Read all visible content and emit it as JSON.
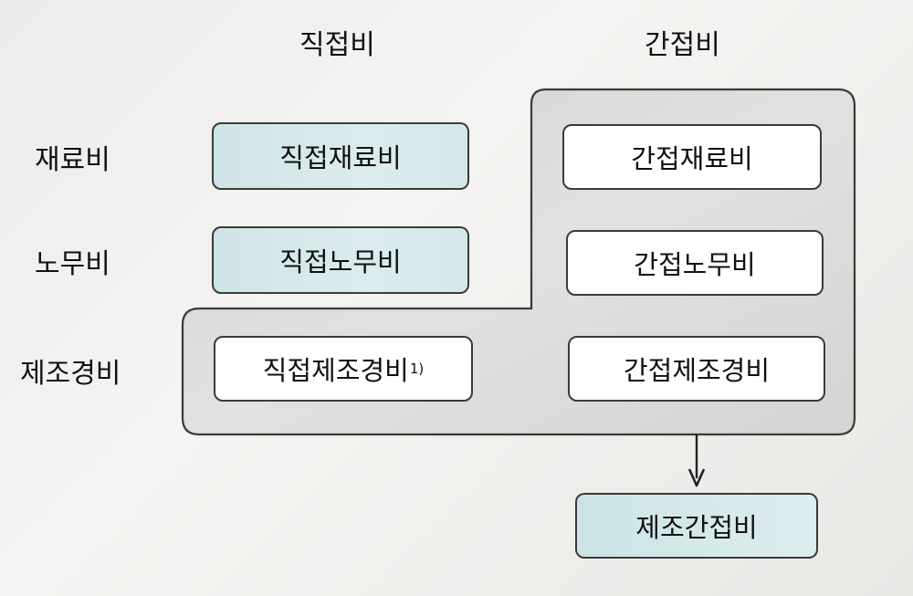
{
  "columns": {
    "direct": "직접비",
    "indirect": "간접비"
  },
  "rows": {
    "material": "재료비",
    "labor": "노무비",
    "overhead": "제조경비"
  },
  "boxes": {
    "direct_material": "직접재료비",
    "direct_labor": "직접노무비",
    "direct_overhead": "직접제조경비",
    "direct_overhead_footnote": "1)",
    "indirect_material": "간접재료비",
    "indirect_labor": "간접노무비",
    "indirect_overhead": "간접제조경비",
    "result": "제조간접비"
  },
  "colors": {
    "direct_fill": "#d4e8ea",
    "group_fill": "#d9d7d6",
    "outline": "#3a3a3a"
  }
}
